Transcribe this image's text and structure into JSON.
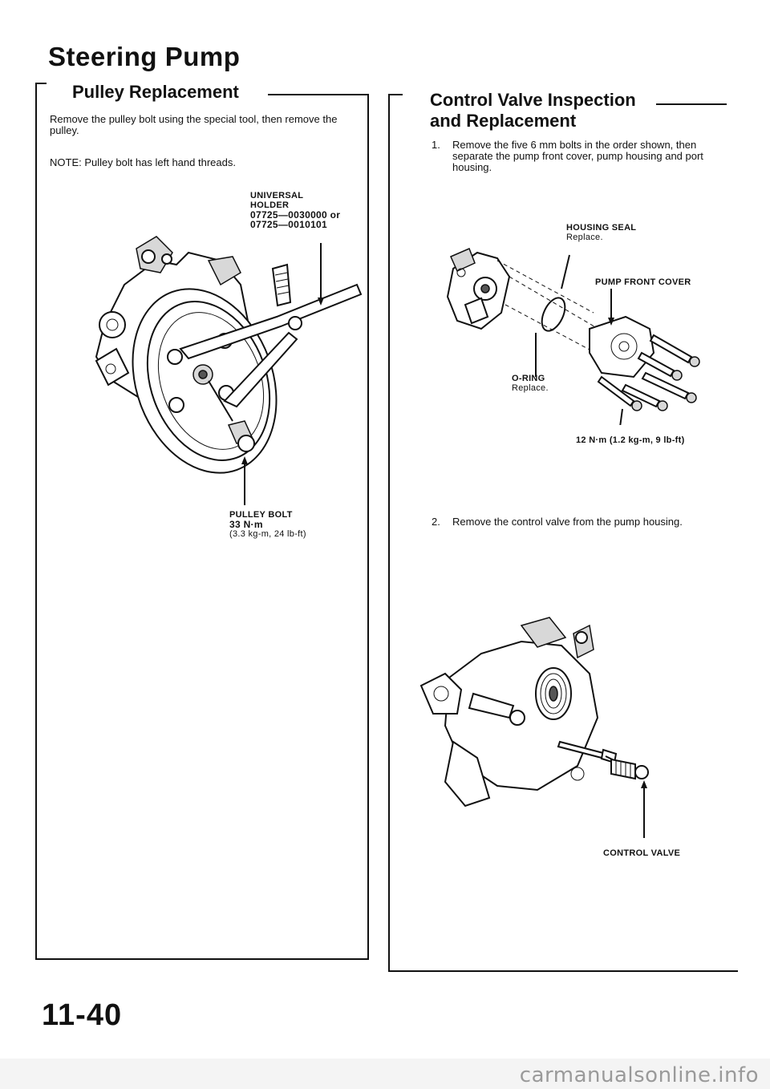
{
  "page": {
    "title": "Steering Pump",
    "page_number": "11-40",
    "watermark": "carmanualsonline.info"
  },
  "pulley": {
    "heading": "Pulley Replacement",
    "instruction": "Remove the pulley bolt using the special tool, then remove the pulley.",
    "note": "NOTE: Pulley bolt has left hand threads.",
    "tool_label": {
      "line1": "UNIVERSAL",
      "line2": "HOLDER",
      "line3": "07725—0030000 or",
      "line4": "07725—0010101"
    },
    "bolt_label": {
      "line1": "PULLEY BOLT",
      "line2": "33 N·m",
      "line3": "(3.3 kg-m, 24 lb-ft)"
    }
  },
  "control_valve": {
    "heading_line1": "Control Valve Inspection",
    "heading_line2": "and Replacement",
    "step1_num": "1.",
    "step1_text": "Remove the five 6 mm bolts in the order shown, then separate the pump front cover, pump housing and port housing.",
    "step2_num": "2.",
    "step2_text": "Remove the control valve from the pump housing.",
    "housing_seal": "HOUSING SEAL",
    "housing_seal_sub": "Replace.",
    "front_cover": "PUMP FRONT COVER",
    "oring": "O-RING",
    "oring_sub": "Replace.",
    "torque": "12 N·m (1.2 kg-m, 9 lb-ft)",
    "valve_label": "CONTROL VALVE"
  }
}
